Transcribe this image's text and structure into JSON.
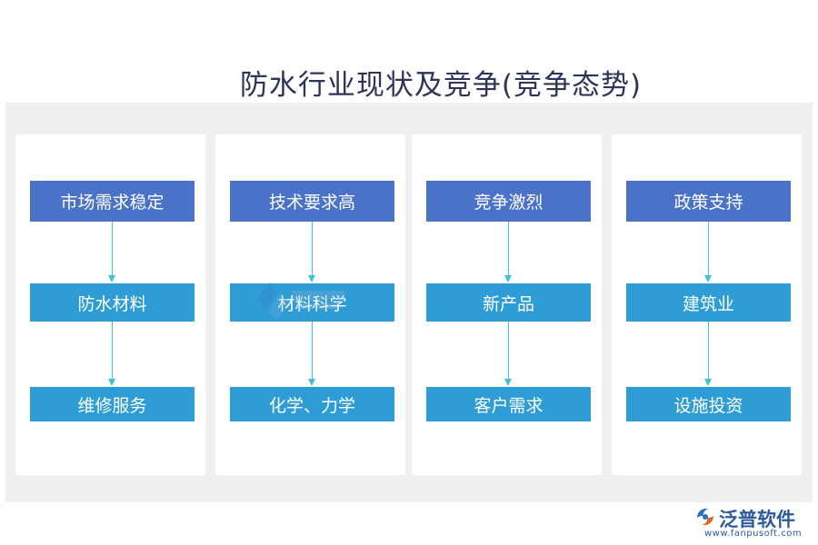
{
  "title": "防水行业现状及竞争(竞争态势)",
  "columns": [
    {
      "top": "市场需求稳定",
      "middle": "防水材料",
      "bottom": "维修服务"
    },
    {
      "top": "技术要求高",
      "middle": "材料科学",
      "bottom": "化学、力学"
    },
    {
      "top": "竞争激烈",
      "middle": "新产品",
      "bottom": "客户需求"
    },
    {
      "top": "政策支持",
      "middle": "建筑业",
      "bottom": "设施投资"
    }
  ],
  "logo": {
    "name": "泛普软件",
    "url": "www.fanpusoft.com"
  },
  "colors": {
    "top_box": "#4a72c9",
    "box": "#2e9dd6",
    "connector": "#3cc3d8",
    "panel": "#efefef"
  }
}
